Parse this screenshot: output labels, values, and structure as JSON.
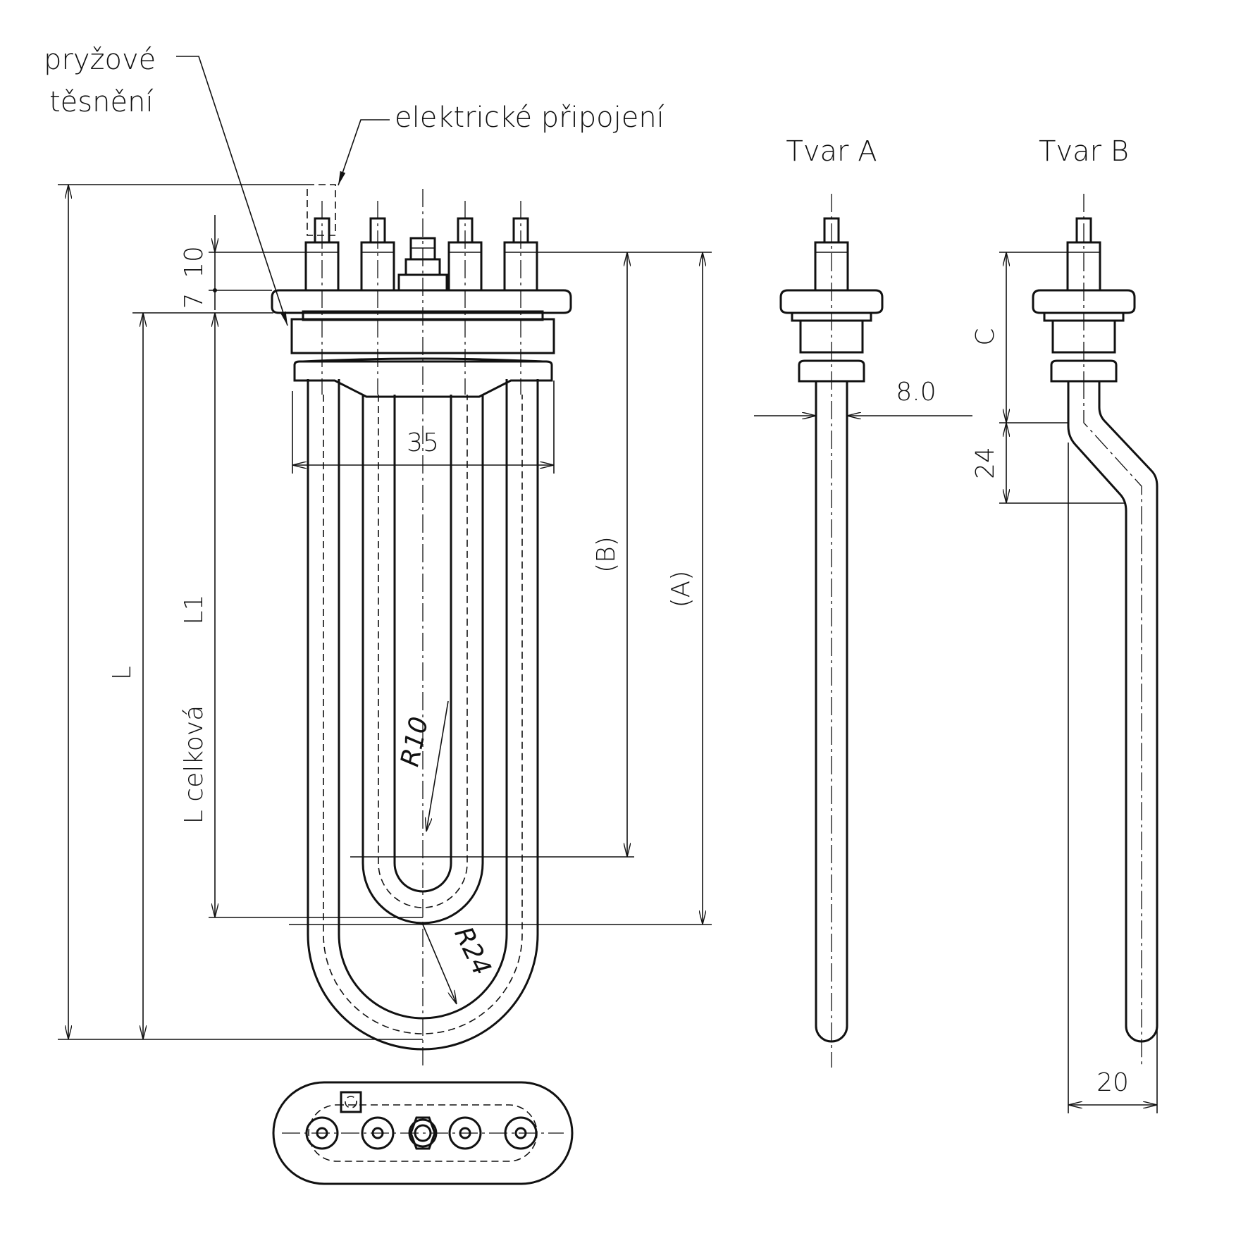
{
  "annotations": {
    "rubber_seal_line1": "pryžové",
    "rubber_seal_line2": "těsnění",
    "electrical_connection": "elektrické připojení",
    "shape_a_title": "Tvar A",
    "shape_b_title": "Tvar B"
  },
  "dimensions": {
    "top_small": "10",
    "flange_thickness": "7",
    "total_length": "L celková",
    "length": "L",
    "length_l1": "L1",
    "width": "35",
    "dim_b": "(B)",
    "dim_a": "(A)",
    "radius_inner": "R10",
    "radius_outer": "R24",
    "tube_diameter": "8.0",
    "dim_c": "C",
    "offset_height": "24",
    "offset_width": "20"
  },
  "colors": {
    "line": "#111111",
    "background": "#ffffff"
  }
}
